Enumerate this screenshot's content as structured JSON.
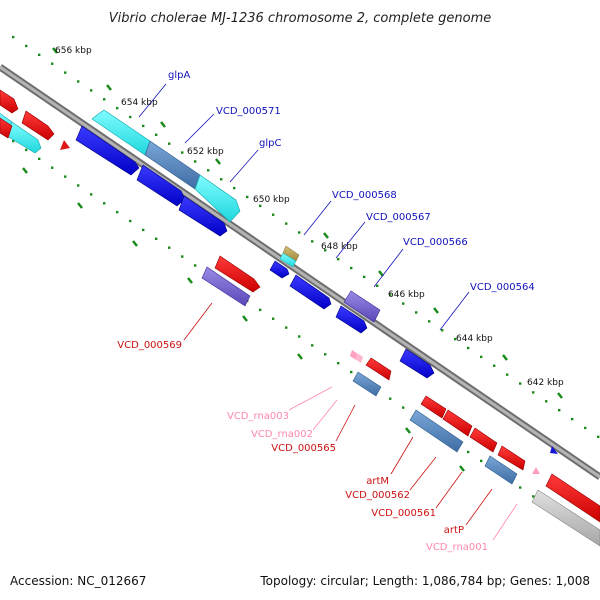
{
  "title": "Vibrio cholerae MJ-1236 chromosome 2, complete genome",
  "footer": {
    "accession": "Accession: NC_012667",
    "stats": "Topology: circular; Length: 1,086,784 bp; Genes: 1,008"
  },
  "colors": {
    "backbone": "#8c8c8c",
    "gc_dots": "#1a8a1a",
    "forward_label": "#1111bb",
    "reverse_label": "#cc1111",
    "rna_label": "#ff88aa"
  },
  "ticks": [
    {
      "label": "656 kbp"
    },
    {
      "label": "654 kbp"
    },
    {
      "label": "652 kbp"
    },
    {
      "label": "650 kbp"
    },
    {
      "label": "648 kbp"
    },
    {
      "label": "646 kbp"
    },
    {
      "label": "644 kbp"
    },
    {
      "label": "642 kbp"
    }
  ],
  "forward_labels": [
    {
      "text": "glpA"
    },
    {
      "text": "VCD_000571"
    },
    {
      "text": "glpC"
    },
    {
      "text": "VCD_000568"
    },
    {
      "text": "VCD_000567"
    },
    {
      "text": "VCD_000566"
    },
    {
      "text": "VCD_000564"
    }
  ],
  "reverse_labels": [
    {
      "text": "VCD_000569"
    },
    {
      "text": "VCD_rna003"
    },
    {
      "text": "VCD_rna002"
    },
    {
      "text": "VCD_000565"
    },
    {
      "text": "artM"
    },
    {
      "text": "VCD_000562"
    },
    {
      "text": "VCD_000561"
    },
    {
      "text": "artP"
    },
    {
      "text": "VCD_rna001"
    }
  ]
}
